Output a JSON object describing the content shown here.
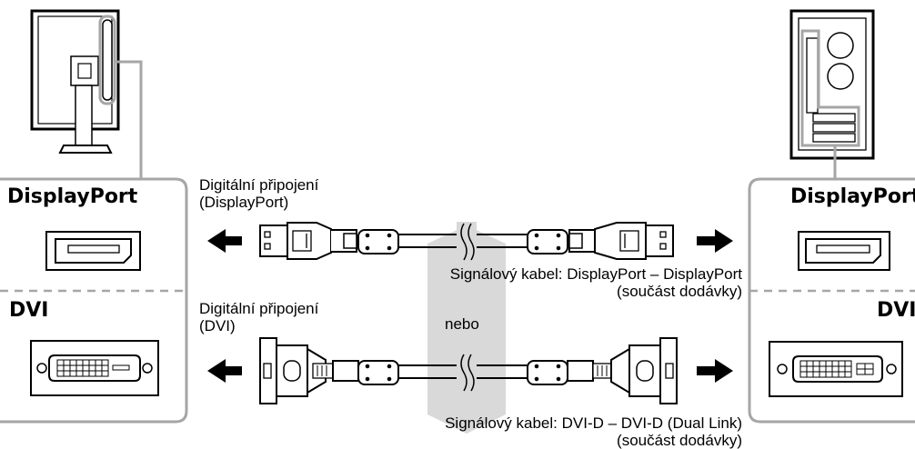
{
  "labels": {
    "dp_connection": [
      "Digitální připojení",
      "(DisplayPort)"
    ],
    "dvi_connection": [
      "Digitální připojení",
      "(DVI)"
    ],
    "dp_cable": [
      "Signálový kabel: DisplayPort – DisplayPort",
      "(součást dodávky)"
    ],
    "dvi_cable": [
      "Signálový kabel: DVI-D – DVI-D (Dual Link)",
      "(součást dodávky)"
    ],
    "or": "nebo"
  },
  "monitor_panel": {
    "dp_title": "DisplayPort",
    "dvi_title": "DVI"
  },
  "pc_panel": {
    "dp_title": "DisplayPort",
    "dvi_title": "DVI"
  },
  "colors": {
    "line": "#000000",
    "gray": "#a6a6a6",
    "light_gray": "#d9d9d9",
    "white": "#ffffff"
  }
}
